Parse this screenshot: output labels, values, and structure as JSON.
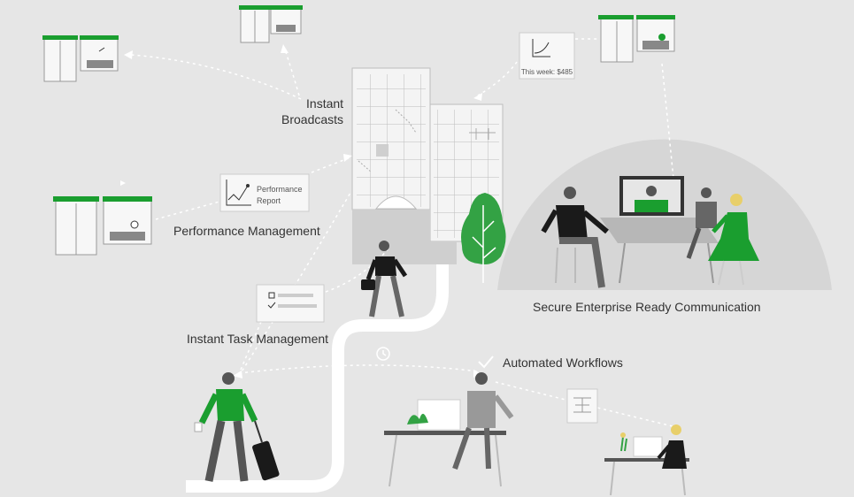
{
  "labels": {
    "instant_broadcasts": "Instant\nBroadcasts",
    "performance_management": "Performance Management",
    "instant_task_management": "Instant Task Management",
    "secure_communication": "Secure Enterprise Ready Communication",
    "automated_workflows": "Automated Workflows"
  },
  "cards": {
    "weekly_sales": "This week: $485",
    "performance_report_line1": "Performance",
    "performance_report_line2": "Report"
  },
  "colors": {
    "background": "#e6e6e6",
    "accent_green": "#1a9e2f",
    "building": "#f4f4f4",
    "dark": "#333333",
    "path": "#ffffff",
    "dome": "#d4d4d4"
  },
  "icons": [
    "clock-icon",
    "checkmark-icon",
    "chart-icon",
    "workflow-icon"
  ]
}
